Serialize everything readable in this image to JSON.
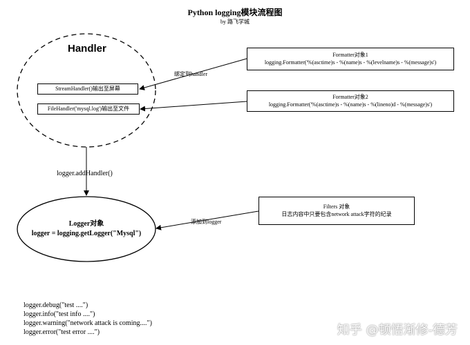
{
  "title": "Python logging模块流程图",
  "subtitle": "by 路飞学城",
  "handler_group": {
    "title": "Handler",
    "stream_handler": "StreamHandler()输出至屏幕",
    "file_handler": "FileHandler('mysql.log')输出至文件"
  },
  "formatter1": {
    "title": "Formatter对象1",
    "code": "logging.Formatter('%(asctime)s - %(name)s - %(levelname)s - %(message)s')"
  },
  "formatter2": {
    "title": "Formatter对象2",
    "code": "logging.Formatter('%(asctime)s - %(name)s - %(lineno)d - %(message)s')"
  },
  "bind_label": "绑定到handler",
  "add_handler_label": "logger.addHandler()",
  "logger_node": {
    "title": "Logger对象",
    "code": "logger = logging.getLogger(\"Mysql\")"
  },
  "filters": {
    "title": "Filters 对象",
    "desc": "日志内容中只要包含network attack字符的纪录"
  },
  "add_to_logger_label": "添加到logger",
  "code_lines": [
    "logger.debug(\"test ....\")",
    "logger.info(\"test info ....\")",
    "logger.warning(\"network attack is coming....\")",
    "logger.error(\"test error ....\")"
  ],
  "watermark": "知乎 @顿悟渐修-德芳"
}
